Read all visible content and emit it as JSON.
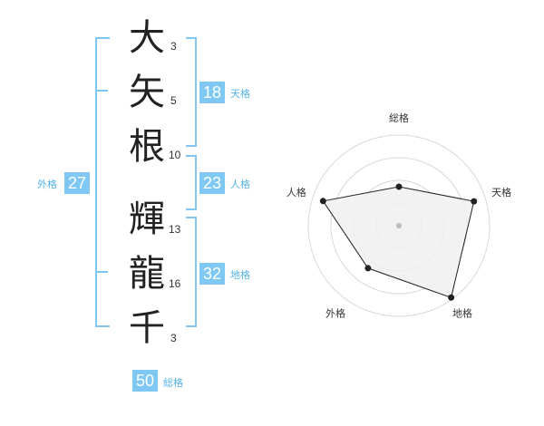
{
  "name": {
    "characters": [
      {
        "char": "大",
        "strokes": "3"
      },
      {
        "char": "矢",
        "strokes": "5"
      },
      {
        "char": "根",
        "strokes": "10"
      },
      {
        "char": "輝",
        "strokes": "13"
      },
      {
        "char": "龍",
        "strokes": "16"
      },
      {
        "char": "千",
        "strokes": "3"
      }
    ]
  },
  "fortune": {
    "tenkaku": {
      "value": "18",
      "label": "天格"
    },
    "jinkaku": {
      "value": "23",
      "label": "人格"
    },
    "chikaku": {
      "value": "32",
      "label": "地格"
    },
    "gaikaku": {
      "value": "27",
      "label": "外格"
    },
    "soukaku": {
      "value": "50",
      "label": "総格"
    }
  },
  "chart_data": {
    "type": "radar",
    "axes": [
      "総格",
      "天格",
      "地格",
      "外格",
      "人格"
    ],
    "values": [
      0.43,
      0.87,
      0.98,
      0.58,
      0.88
    ],
    "range": [
      0,
      1
    ],
    "rings": 4,
    "colors": {
      "fill": "#f0f0f0",
      "line": "#222222",
      "ring": "#d8d8d8",
      "center": "#bbbbbb"
    }
  }
}
